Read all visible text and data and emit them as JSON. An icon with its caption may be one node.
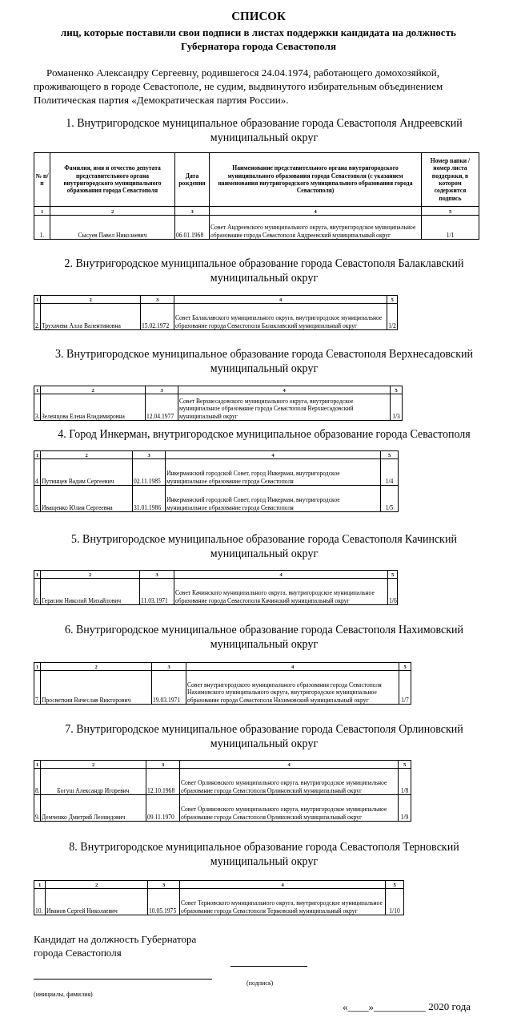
{
  "diagram": {
    "title": "СПИСОК",
    "labels": [
      "лиц, которые поставили свои подписи в листах поддержки кандидата на должность Губернатора города Севастополя",
      "Романенко Александру Сергеевну, родившегося 24.04.1974, работающего домохозяйкой, проживающего в городе Севастополе, не судим, выдвинутого избирательным объединением Политическая партия «Демократическая партия России».",
      "1. Внутригородское муниципальное образование города Севастополя Андреевский муниципальный округ",
      "№ п/п",
      "Фамилия, имя и отчество депутата представительного органа внутригородского муниципального образования города Севастополя",
      "Дата рождения",
      "Наименование представительного органа внутригородского муниципального образования города Севастополя (с указанием наименования внутригородского муниципального образования города Севастополя)",
      "Номер папки / номер листа поддержки, в котором содержится подпись",
      "1",
      "2",
      "3",
      "4",
      "5",
      "1.",
      "Сысуев Павел Николаевич",
      "06.01.1968",
      "Совет Андреевского муниципального округа, внутригородское муниципальное образование города Севастополя Андреевский муниципальный округ",
      "1/1",
      "2. Внутригородское муниципальное образование города Севастополя Балаклавский муниципальный округ",
      "1",
      "2",
      "3",
      "4",
      "5",
      "2.",
      "Трухачева Алла Валентиновна",
      "15.02.1972",
      "Совет Балаклавского муниципального округа, внутригородское муниципальное образование города Севастополя Балаклавский муниципальный округ",
      "1/2",
      "3. Внутригородское муниципальное образование города Севастополя Верхнесадовский муниципальный округ",
      "1",
      "2",
      "3",
      "4",
      "5",
      "3.",
      "Зеленцова Елена Владимировна",
      "12.04.1977",
      "Совет Верхнесадовского муниципального округа, внутригородское муниципальное образование города Севастополя Верхнесадовский муниципальный округ",
      "1/3",
      "4. Город Инкерман, внутригородское муниципальное образование города Севастополя",
      "1",
      "2",
      "3",
      "4",
      "5",
      "4.",
      "Путинцев Вадим Сергеевич",
      "02.11.1985",
      "Инкерманский городской Совет, город Инкерман, внутригородское муниципальное образование города Севастополя",
      "1/4",
      "5.",
      "Иващенко Юлия Сергеевна",
      "31.01.1986",
      "Инкерманский городской Совет, город Инкерман, внутригородское муниципальное образование города Севастополя",
      "1/5",
      "5. Внутригородское муниципальное образование города Севастополя Качинский муниципальный округ",
      "1",
      "2",
      "3",
      "4",
      "5",
      "6.",
      "Герасим Николай Михайлович",
      "11.03.1971",
      "Совет Качинского муниципального округа, внутригородское муниципальное образование города Севастополя Качинский муниципальный округ",
      "1/6",
      "6. Внутригородское муниципальное образование города Севастополя Нахимовский муниципальный округ",
      "1",
      "2",
      "3",
      "4",
      "5",
      "7.",
      "Просветкин Вячеслав Викторович",
      "19.03.1971",
      "Совет внутригородского муниципального образования города Севастополя Нахимовского муниципального округа, внутригородское муниципальное образование города Севастополя Нахимовский муниципальный округ",
      "1/7",
      "7. Внутригородское муниципальное образование города Севастополя Орлиновский муниципальный округ",
      "1",
      "2",
      "3",
      "4",
      "5",
      "8.",
      "Богуш Александр Игоревич",
      "12.10.1968",
      "Совет Орлиновского муниципального округа, внутригородское муниципальное образование города Севастополя Орлиновский муниципальный округ",
      "1/8",
      "9.",
      "Демченко Дмитрий Леонидович",
      "09.11.1970",
      "Совет Орлиновского муниципального округа, внутригородское муниципальное образование города Севастополя Орлиновский муниципальный округ",
      "1/9",
      "8. Внутригородское муниципальное образование города Севастополя Терновский муниципальный округ",
      "1",
      "2",
      "3",
      "4",
      "5",
      "10.",
      "Иванов Сергей Николаевич",
      "10.05.1975",
      "Совет Терновского муниципального округа, внутригородское муниципальное образование города Севастополя Терновский муниципальный округ",
      "1/10",
      "Кандидат на должность Губернатора города Севастополя",
      "(подпись)",
      "(инициалы, фамилия)",
      "«____»__________ 2020 года"
    ]
  }
}
